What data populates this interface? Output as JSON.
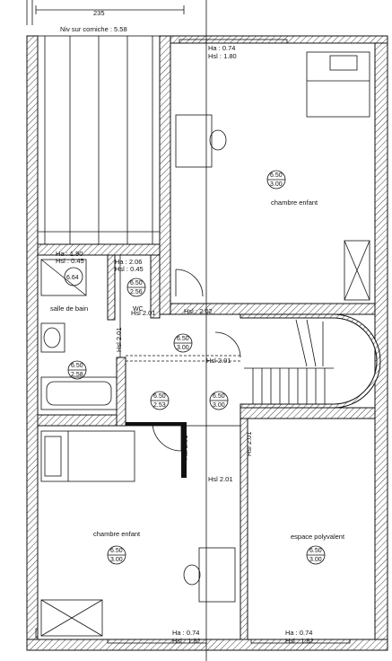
{
  "labels": {
    "dim_top": "235",
    "niv_corniche": "Niv sur corniche : 5.58",
    "ha_top": "Ha : 0.74",
    "hsl_top": "Hsl : 1.80",
    "ha_bath": "Ha : 1.90",
    "hsl_bath": "Hsl : 0.45",
    "ha_wc": "Ha : 2.06",
    "hsl_wc": "Hsl : 0.45",
    "wc": "WC",
    "hsl_201_a": "Hsl 2.01",
    "hsl_202": "Hsl : 2.02",
    "hsl_201_v1": "Hsl 2.01",
    "hsl_201_corr": "Hsl 2.01",
    "hsl_201_v2": "Hsl 2.01",
    "hsl_201_v3": "Hsl 2.01",
    "hsl_201_b": "Hsl 2.01",
    "ha_bl": "Ha : 0.74",
    "hsl_bl": "Hsl : 1.82",
    "ha_br": "Ha : 0.74",
    "hsl_br": "Hsl : 1.82"
  },
  "rooms": [
    {
      "name": "chambre enfant",
      "a": "6.50",
      "b": "3.00"
    },
    {
      "name": "salle de bain",
      "a": "6.50",
      "b": "2.58"
    },
    {
      "name": "",
      "a": "6.64",
      "b": ""
    },
    {
      "name": "",
      "a": "6.50",
      "b": "2.56"
    },
    {
      "name": "",
      "a": "6.50",
      "b": "3.00"
    },
    {
      "name": "",
      "a": "6.50",
      "b": "2.53"
    },
    {
      "name": "",
      "a": "6.50",
      "b": "3.00"
    },
    {
      "name": "chambre enfant",
      "a": "6.50",
      "b": "3.00"
    },
    {
      "name": "espace polyvalent",
      "a": "6.50",
      "b": "3.00"
    }
  ]
}
